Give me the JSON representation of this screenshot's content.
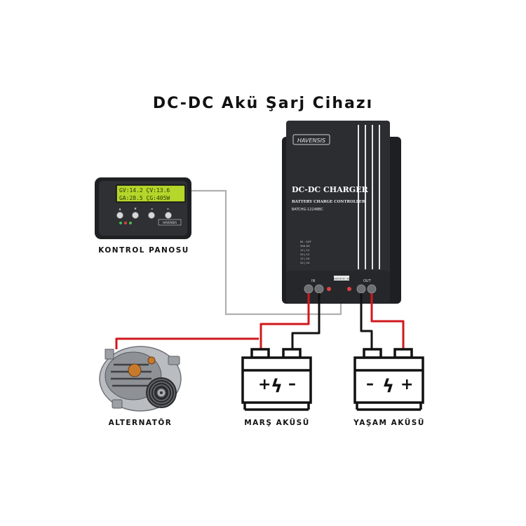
{
  "title": "DC-DC Akü Şarj Cihazı",
  "control_panel": {
    "caption": "KONTROL PANOSU",
    "lcd_line1": "GV:14.2  ÇV:13.6",
    "lcd_line2": "GA:28.5  ÇG:405W",
    "badge": "HAVENSIS",
    "button_labels": [
      "▲",
      "▼",
      "◄",
      "►"
    ]
  },
  "charger": {
    "brand": "HAVENSIS",
    "name": "DC-DC CHARGER",
    "subtitle": "BATTERY CHARGE CONTROLLER",
    "model": "BATCHG-12248BC",
    "spec_lines": [
      "IN - OUT",
      "30A DC",
      "12 | 12",
      "24 | 12",
      "12 | 24",
      "24 | 24"
    ],
    "terminal_in_label": "IN",
    "terminal_out_label": "OUT",
    "port_label": "MONITOR RS - 485"
  },
  "components": {
    "alternator": "ALTERNATÖR",
    "starter_battery": "MARŞ AKÜSÜ",
    "house_battery": "YAŞAM AKÜSÜ"
  },
  "colors": {
    "wire_red": "#d0181c",
    "wire_black": "#111111",
    "wire_gray": "#b0b0b0",
    "lcd_green": "#b5d62a",
    "device_body": "#26282b"
  }
}
